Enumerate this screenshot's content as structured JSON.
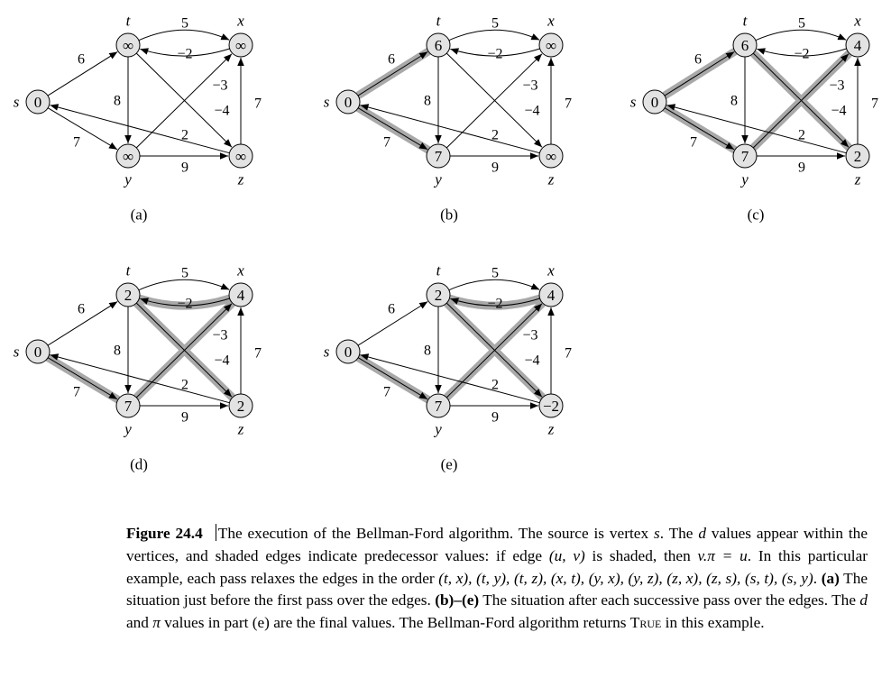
{
  "figure": {
    "number": "Figure 24.4",
    "caption_segments": [
      {
        "style": "normal",
        "text": "The execution of the Bellman-Ford algorithm. The source is vertex "
      },
      {
        "style": "math",
        "text": "s"
      },
      {
        "style": "normal",
        "text": ". The "
      },
      {
        "style": "math",
        "text": "d"
      },
      {
        "style": "normal",
        "text": " values appear within the vertices, and shaded edges indicate predecessor values: if edge "
      },
      {
        "style": "math",
        "text": "(u, v)"
      },
      {
        "style": "normal",
        "text": " is shaded, then "
      },
      {
        "style": "math",
        "text": "v.π = u"
      },
      {
        "style": "normal",
        "text": ". In this particular example, each pass relaxes the edges in the order "
      },
      {
        "style": "math",
        "text": "(t, x), (t, y), (t, z), (x, t), (y, x), (y, z), (z, x), (z, s), (s, t), (s, y)"
      },
      {
        "style": "normal",
        "text": ". "
      },
      {
        "style": "bold",
        "text": "(a)"
      },
      {
        "style": "normal",
        "text": " The situation just before the first pass over the edges. "
      },
      {
        "style": "bold",
        "text": "(b)–(e)"
      },
      {
        "style": "normal",
        "text": " The situation after each successive pass over the edges. The "
      },
      {
        "style": "math",
        "text": "d"
      },
      {
        "style": "normal",
        "text": " and "
      },
      {
        "style": "math",
        "text": "π"
      },
      {
        "style": "normal",
        "text": " values in part (e) are the final values. The Bellman-Ford algorithm returns "
      },
      {
        "style": "smallcaps",
        "text": "True"
      },
      {
        "style": "normal",
        "text": " in this example."
      }
    ]
  },
  "graph": {
    "vertices": [
      {
        "id": "s",
        "name": "s"
      },
      {
        "id": "t",
        "name": "t"
      },
      {
        "id": "x",
        "name": "x"
      },
      {
        "id": "y",
        "name": "y"
      },
      {
        "id": "z",
        "name": "z"
      }
    ],
    "edges": [
      {
        "id": "t-x",
        "from": "t",
        "to": "x",
        "weight": "5"
      },
      {
        "id": "x-t",
        "from": "x",
        "to": "t",
        "weight": "−2"
      },
      {
        "id": "s-t",
        "from": "s",
        "to": "t",
        "weight": "6"
      },
      {
        "id": "s-y",
        "from": "s",
        "to": "y",
        "weight": "7"
      },
      {
        "id": "t-y",
        "from": "t",
        "to": "y",
        "weight": "8"
      },
      {
        "id": "t-z",
        "from": "t",
        "to": "z",
        "weight": "−4"
      },
      {
        "id": "y-x",
        "from": "y",
        "to": "x",
        "weight": "−3"
      },
      {
        "id": "y-z",
        "from": "y",
        "to": "z",
        "weight": "9"
      },
      {
        "id": "z-x",
        "from": "z",
        "to": "x",
        "weight": "7"
      },
      {
        "id": "z-s",
        "from": "z",
        "to": "s",
        "weight": "2"
      }
    ]
  },
  "panels": [
    {
      "label": "(a)",
      "d": {
        "s": "0",
        "t": "∞",
        "x": "∞",
        "y": "∞",
        "z": "∞"
      },
      "shaded": []
    },
    {
      "label": "(b)",
      "d": {
        "s": "0",
        "t": "6",
        "x": "∞",
        "y": "7",
        "z": "∞"
      },
      "shaded": [
        "s-t",
        "s-y"
      ]
    },
    {
      "label": "(c)",
      "d": {
        "s": "0",
        "t": "6",
        "x": "4",
        "y": "7",
        "z": "2"
      },
      "shaded": [
        "s-t",
        "s-y",
        "y-x",
        "t-z"
      ]
    },
    {
      "label": "(d)",
      "d": {
        "s": "0",
        "t": "2",
        "x": "4",
        "y": "7",
        "z": "2"
      },
      "shaded": [
        "s-y",
        "y-x",
        "t-z",
        "x-t"
      ]
    },
    {
      "label": "(e)",
      "d": {
        "s": "0",
        "t": "2",
        "x": "4",
        "y": "7",
        "z": "−2"
      },
      "shaded": [
        "s-y",
        "y-x",
        "t-z",
        "x-t"
      ]
    }
  ]
}
